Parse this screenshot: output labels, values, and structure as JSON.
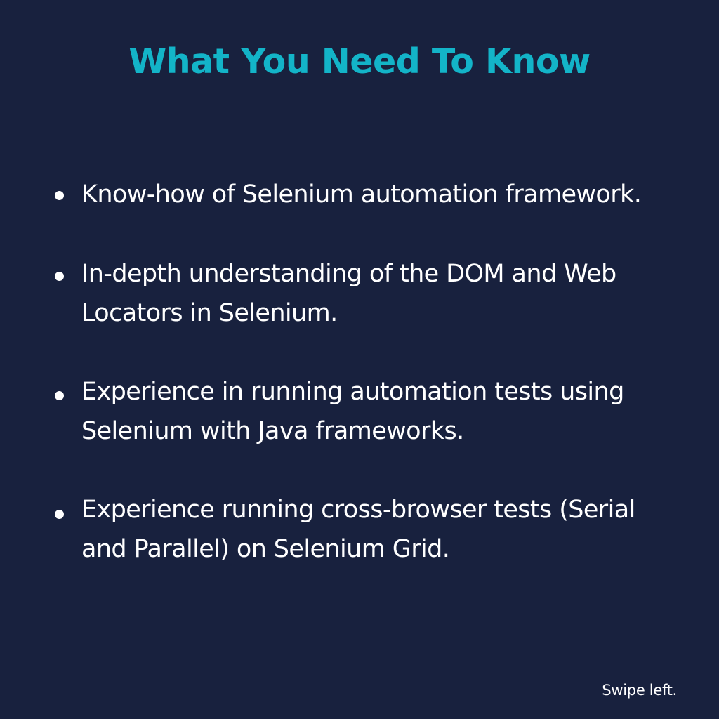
{
  "slide": {
    "title": "What You Need To Know",
    "bullets": [
      {
        "lines": [
          "Know-how of Selenium automation framework."
        ]
      },
      {
        "lines": [
          "In-depth understanding of the DOM and Web",
          "Locators in Selenium."
        ]
      },
      {
        "lines": [
          "Experience in running automation tests using",
          "Selenium with Java frameworks."
        ]
      },
      {
        "lines": [
          "Experience running cross-browser tests (Serial",
          "and Parallel) on Selenium Grid."
        ]
      }
    ],
    "footer": "Swipe left."
  },
  "colors": {
    "background": "#18213e",
    "title": "#13b4c8",
    "text": "#ffffff"
  }
}
